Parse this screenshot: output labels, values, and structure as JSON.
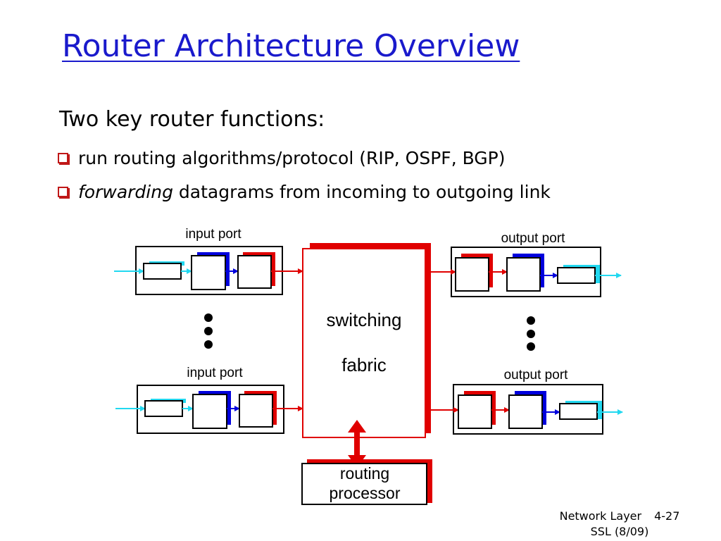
{
  "slide": {
    "title": "Router Architecture Overview",
    "intro": "Two key router functions:",
    "bullets": [
      {
        "text": "run routing algorithms/protocol (RIP, OSPF, BGP)"
      },
      {
        "emphasis": "forwarding",
        "text": " datagrams from incoming to outgoing link"
      }
    ]
  },
  "diagram": {
    "input_port_label": "input port",
    "output_port_label": "output port",
    "fabric_label_line1": "switching",
    "fabric_label_line2": "fabric",
    "processor_label_line1": "routing",
    "processor_label_line2": "processor"
  },
  "footer": {
    "course": "Network Layer",
    "page": "4-27",
    "author": "SSL (8/09)"
  },
  "colors": {
    "title": "#1a1acc",
    "red": "#e00000",
    "blue": "#0000dd",
    "cyan": "#22d8f0"
  }
}
